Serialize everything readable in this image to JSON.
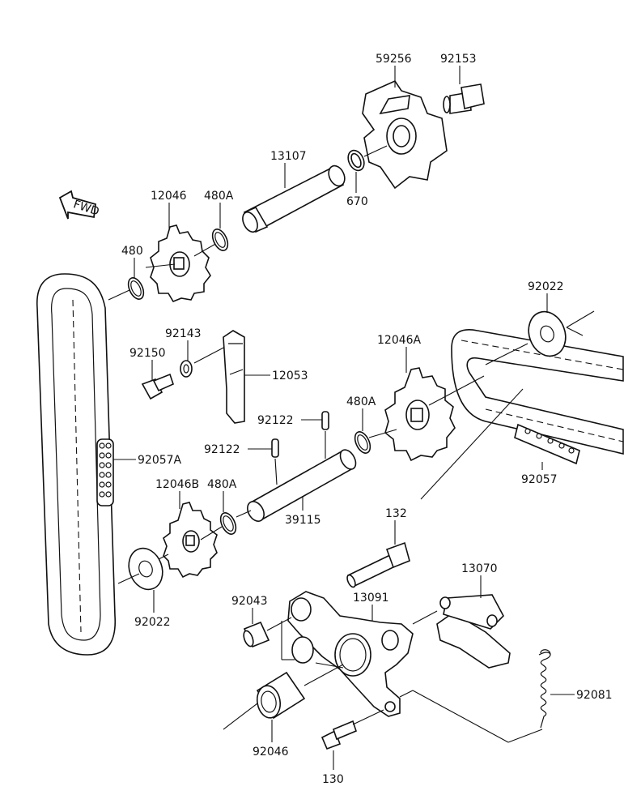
{
  "fwd_label": "FWD",
  "parts": {
    "p59256": "59256",
    "p92153": "92153",
    "p13107": "13107",
    "p670": "670",
    "p12046": "12046",
    "p480A_top": "480A",
    "p480": "480",
    "p92143": "92143",
    "p92150": "92150",
    "p12053": "12053",
    "p92022_right": "92022",
    "p12046A": "12046A",
    "p480A_mid": "480A",
    "p92122_upper": "92122",
    "p92122_lower": "92122",
    "p92057A": "92057A",
    "p92057": "92057",
    "p12046B": "12046B",
    "p480A_low": "480A",
    "p39115": "39115",
    "p132": "132",
    "p13070": "13070",
    "p92043": "92043",
    "p13091": "13091",
    "p92022_left": "92022",
    "p92081": "92081",
    "p92046": "92046",
    "p130": "130"
  }
}
